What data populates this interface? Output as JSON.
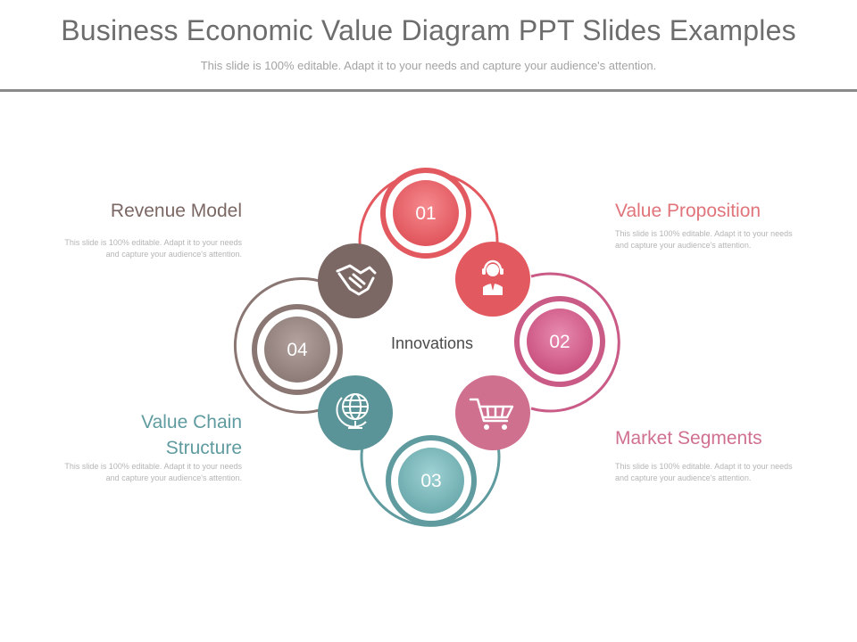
{
  "slide": {
    "title": "Business Economic Value Diagram PPT Slides Examples",
    "subtitle": "This slide is 100% editable. Adapt it to your needs and capture your audience's attention."
  },
  "center": {
    "label": "Innovations"
  },
  "steps": [
    {
      "number": "01",
      "color": "#e2595f"
    },
    {
      "number": "02",
      "color": "#c95b86"
    },
    {
      "number": "03",
      "color": "#5f9b9f"
    },
    {
      "number": "04",
      "color": "#8a7672"
    }
  ],
  "icons": [
    {
      "name": "handshake-icon",
      "color": "#7b6763"
    },
    {
      "name": "support-agent-icon",
      "color": "#e2595f"
    },
    {
      "name": "shopping-cart-icon",
      "color": "#d0708f"
    },
    {
      "name": "globe-icon",
      "color": "#5b9498"
    }
  ],
  "blocks": {
    "revenue_model": {
      "heading": "Revenue Model",
      "color": "#7b6763",
      "body": "This slide is 100% editable. Adapt it to your needs and capture your audience's attention."
    },
    "value_proposition": {
      "heading": "Value Proposition",
      "color": "#e0747a",
      "body": "This slide is 100% editable. Adapt it to your needs and capture your audience's attention."
    },
    "value_chain": {
      "heading_line1": "Value Chain",
      "heading_line2": "Structure",
      "color": "#5f9b9f",
      "body": "This slide is 100% editable. Adapt it to your needs and capture your audience's attention."
    },
    "market_segments": {
      "heading": "Market Segments",
      "color": "#d0708f",
      "body": "This slide is 100% editable. Adapt it to your needs and capture your audience's attention."
    }
  }
}
